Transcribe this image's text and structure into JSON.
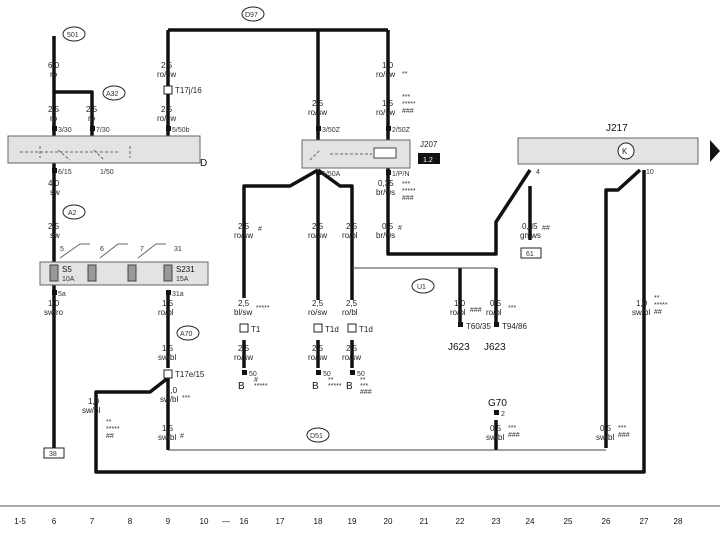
{
  "diagram": {
    "column_numbers": [
      "1-5",
      "6",
      "7",
      "8",
      "9",
      "10",
      "—",
      "16",
      "17",
      "18",
      "19",
      "20",
      "21",
      "22",
      "23",
      "24",
      "25",
      "26",
      "27",
      "28"
    ],
    "circle_labels": {
      "s01": "501",
      "a32": "A32",
      "d97": "D97",
      "a2": "A2",
      "u1": "U1",
      "a70": "A70",
      "d51": "D51"
    },
    "component_labels": {
      "d": "D",
      "j207": "J207",
      "j207_box": "1.2",
      "j217": "J217",
      "k": "K",
      "g70": "G70",
      "j623_a": "J623",
      "j623_b": "J623",
      "box_38": "38",
      "box_61": "61",
      "b_a": "B",
      "b_b": "B",
      "b_c": "B"
    },
    "wire_labels": {
      "w6_a": "6,0",
      "w6_b": "ro",
      "w6_c": "2,5",
      "w6_d": "ro",
      "w7_a": "2,5",
      "w7_b": "ro",
      "w9_a": "2,5",
      "w9_b": "ro/sw",
      "w9_c": "2,5",
      "w9_d": "ro/sw",
      "w20_a": "1,0",
      "w20_b": "ro/sw",
      "w20_s": "**",
      "w20_c": "1,5",
      "w20_d": "ro/sw",
      "w18_a": "2,5",
      "w18_b": "ro/sw",
      "w6_e": "4,0",
      "w6_f": "sw",
      "w6_g": "2,5",
      "w6_h": "sw",
      "w20_e": "0,35",
      "w20_f": "br/ws",
      "w20_g": "0,5",
      "w20_h": "br/ws",
      "w20_hs": "#",
      "w16_a": "2,5",
      "w16_b": "ro/sw",
      "w16_s": "#",
      "w18_c": "2,5",
      "w18_d": "ro/sw",
      "w19_a": "2,5",
      "w19_b": "ro/bl",
      "w24_a": "0,35",
      "w24_b": "gn/ws",
      "w24_s": "##",
      "w6_i": "1,0",
      "w6_j": "sw/ro",
      "w9_e": "1,5",
      "w9_f": "ro/bl",
      "w16_c": "2,5",
      "w16_d": "bl/sw",
      "w16_s2": "*****",
      "w18_e": "2,5",
      "w18_f": "ro/sw",
      "w19_c": "2,5",
      "w19_d": "ro/bl",
      "w22_a": "1,0",
      "w22_b": "ro/bl",
      "w22_s": "###",
      "w23_a": "0,5",
      "w23_b": "ro/bl",
      "w23_s": "***",
      "w27_a": "1,0",
      "w27_b": "sw/bl",
      "w16_e": "2,5",
      "w16_f": "ro/sw",
      "w18_g": "2,5",
      "w18_h": "ro/sw",
      "w19_e": "2,5",
      "w19_f": "ro/sw",
      "w9_g": "1,5",
      "w9_h": "sw/bl",
      "w9_i": "1,0",
      "w9_j": "sw/bl",
      "w9_s": "***",
      "w7_c": "1,0",
      "w7_d": "sw/bl",
      "w9_k": "1,5",
      "w9_l": "sw/bl",
      "w9_s2": "#",
      "w23_c": "0,5",
      "w23_d": "sw/bl",
      "w23_s2": "***",
      "w26_a": "0,5",
      "w26_b": "sw/bl",
      "w26_s": "***"
    },
    "pin_labels": {
      "p3_30": "3/30",
      "p7_30": "7/30",
      "p5_50b": "5/50b",
      "p3_50z": "3/50Z",
      "p2_50z": "2/50Z",
      "p6_15": "6/15",
      "p1_50": "1/50",
      "p5_50a": "5/50A",
      "p1_pn": "1/P/N",
      "p5": "5",
      "p6": "6",
      "p7": "7",
      "p31": "31",
      "p5a": "5a",
      "p31a": "31a",
      "p4": "4",
      "p10": "10",
      "p50_a": "50",
      "p50_b": "50",
      "p50_c": "50",
      "p2": "2"
    },
    "connector_labels": {
      "t17_16": "T17j/16",
      "t1": "T1",
      "t1d_a": "T1d",
      "t1d_b": "T1d",
      "t17e_15": "T17e/15",
      "t60_35": "T60/35",
      "t94_86": "T94/86"
    },
    "fuse_labels": {
      "s5": "S5",
      "s5_rating": "10A",
      "s231": "S231",
      "s231_rating": "15A"
    },
    "star_marks": {
      "st20_a": "***",
      "st20_b": "*****",
      "st20_c": "###",
      "st20_d": "***",
      "st20_e": "*****",
      "st20_f": "###",
      "st27_a": "**",
      "st27_b": "*****",
      "st27_c": "##",
      "st7_a": "**",
      "st7_b": "*****",
      "st7_c": "##",
      "st16_a": "*****",
      "st18_a": "*****",
      "st19_a": "***",
      "st19_b": "###",
      "st23_b": "###",
      "st26_b": "###",
      "st16_b": "#",
      "st18_b": "**",
      "st19_c": "**"
    }
  }
}
